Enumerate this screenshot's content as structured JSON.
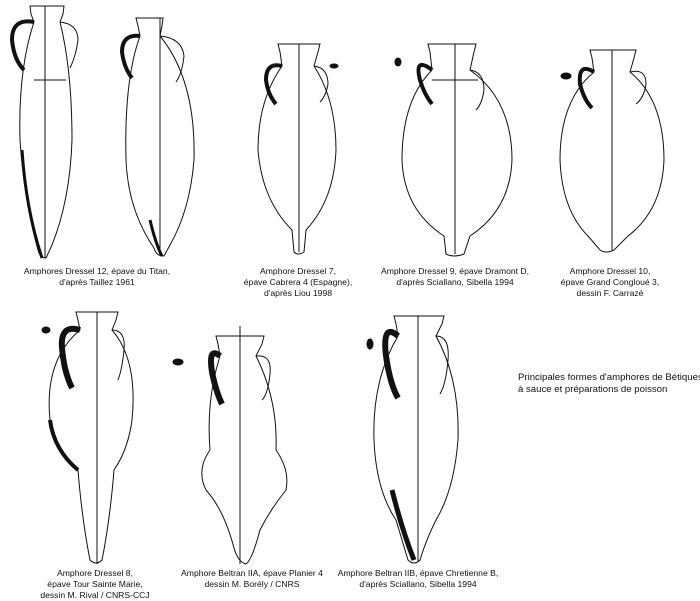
{
  "amphorae": [
    {
      "id": "dressel-12",
      "caption": [
        "Amphores Dressel 12, épave du Titan,",
        "d'après Taillez 1961"
      ]
    },
    {
      "id": "dressel-7",
      "caption": [
        "Amphore Dressel  7,",
        "épave Cabrera 4 (Espagne),",
        "d'après Liou 1998"
      ]
    },
    {
      "id": "dressel-9",
      "caption": [
        "Amphore Dressel 9, épave Dramont D,",
        "d'après Sciallano, Sibella 1994"
      ]
    },
    {
      "id": "dressel-10",
      "caption": [
        "Amphore Dressel 10,",
        "épave Grand Congloué 3,",
        "dessin F. Carrazé"
      ]
    },
    {
      "id": "dressel-8",
      "caption": [
        "Amphore Dressel 8,",
        "épave Tour Sainte Marie,",
        "dessin M. Rival / CNRS-CCJ"
      ]
    },
    {
      "id": "beltran-iia",
      "caption": [
        "Amphore Beltran IIA, épave Planier 4",
        "dessin M. Borély / CNRS"
      ]
    },
    {
      "id": "beltran-iib",
      "caption": [
        "Amphore Beltran IIB, épave Chretienne B,",
        "d'après Sciallano, Sibella 1994"
      ]
    }
  ],
  "side_note": [
    "Principales formes d'amphores de Bétiques",
    "à sauce et préparations de poisson"
  ],
  "colors": {
    "ink": "#111111",
    "section": "#000000",
    "paper": "#ffffff"
  }
}
